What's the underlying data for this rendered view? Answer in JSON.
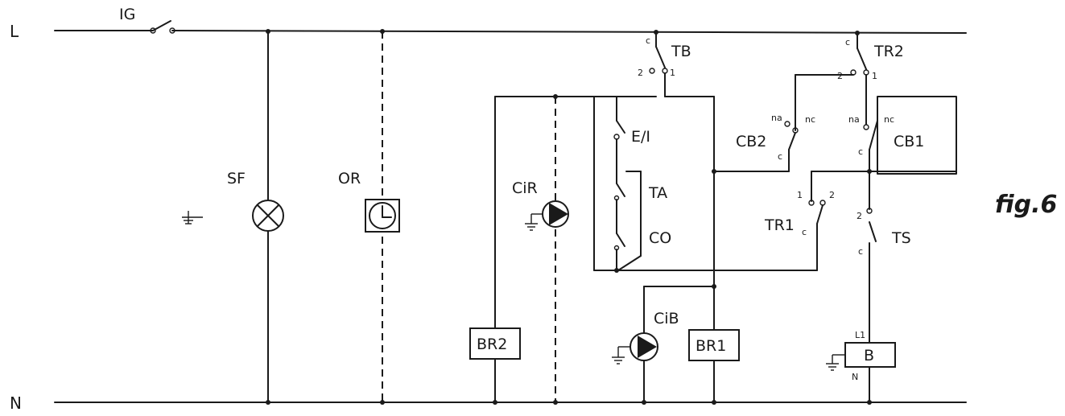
{
  "rails": {
    "line": "L",
    "neutral": "N"
  },
  "figure_label": "fig.6",
  "components": {
    "ig": "IG",
    "sf": "SF",
    "or": "OR",
    "cir": "CiR",
    "cib": "CiB",
    "br2": "BR2",
    "br1": "BR1",
    "b": "B",
    "tb": "TB",
    "tr2": "TR2",
    "ei": "E/I",
    "ta": "TA",
    "co": "CO",
    "cb2": "CB2",
    "cb1": "CB1",
    "tr1": "TR1",
    "ts": "TS"
  },
  "terminals": {
    "c": "c",
    "one": "1",
    "two": "2",
    "na": "na",
    "nc": "nc",
    "l1": "L1",
    "n": "N"
  }
}
